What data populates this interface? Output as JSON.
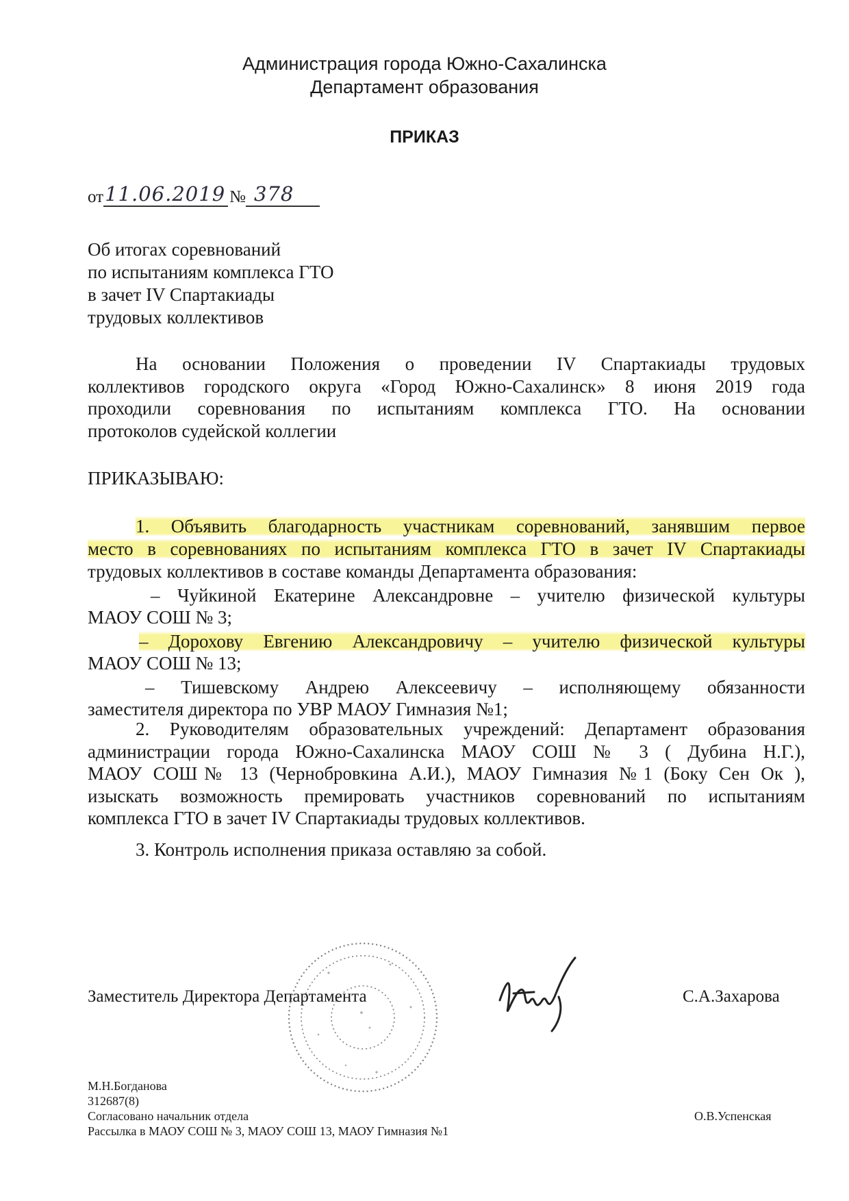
{
  "header": {
    "line1": "Администрация города Южно-Сахалинска",
    "line2": "Департамент образования"
  },
  "title": "ПРИКАЗ",
  "order": {
    "date_prefix": "от",
    "date": "11.06.2019",
    "number_prefix": "№",
    "number": "378"
  },
  "subject": [
    "Об итогах соревнований",
    "по испытаниям комплекса ГТО",
    "в зачет IV Спартакиады",
    "трудовых коллективов"
  ],
  "preamble": {
    "l1": "На основании Положения о проведении IV Спартакиады трудовых",
    "l2": "коллективов городского округа «Город Южно-Сахалинск» 8 июня 2019 года",
    "l3": "проходили соревнования по испытаниям комплекса ГТО. На основании",
    "l4": "протоколов судейской коллегии"
  },
  "directive": "ПРИКАЗЫВАЮ:",
  "item1": {
    "l1": "1. Объявить благодарность участникам соревнований, занявшим первое",
    "l2": "место в соревнованиях по испытаниям комплекса ГТО в зачет IV Спартакиады",
    "l3": "трудовых коллективов в  составе команды Департамента образования:"
  },
  "awardees": {
    "a1_l1": "– Чуйкиной Екатерине Александровне –  учителю физической культуры",
    "a1_l2": "МАОУ СОШ № 3;",
    "a2_l1": "– Дорохову Евгению Александровичу –  учителю физической культуры",
    "a2_l2": "МАОУ СОШ № 13;",
    "a3_l1": "– Тишевскому Андрею Алексеевичу –  исполняющему обязанности",
    "a3_l2": "заместителя директора по УВР МАОУ Гимназия  №1;"
  },
  "item2": {
    "l1": "2. Руководителям образовательных учреждений: Департамент образования",
    "l2": "администрации города Южно-Сахалинска МАОУ СОШ № 3 ( Дубина Н.Г.),",
    "l3": "МАОУ СОШ№ 13 (Чернобровкина А.И.), МАОУ Гимназия  №1 (Боку Сен Ок ),",
    "l4": "изыскать возможность премировать участников соревнований по испытаниям",
    "l5": "комплекса ГТО в зачет IV Спартакиады трудовых коллективов."
  },
  "item3": "3. Контроль исполнения приказа оставляю за собой.",
  "signature": {
    "position": "Заместитель Директора Департамента",
    "name": "С.А.Захарова",
    "handwritten": "Захаров"
  },
  "footer": {
    "executor": "М.Н.Богданова",
    "phone": "312687(8)",
    "agreed": "Согласовано начальник отдела",
    "agreed_name": "О.В.Успенская",
    "distribution": "Рассылка в МАОУ СОШ № 3, МАОУ СОШ 13, МАОУ Гимназия №1"
  },
  "colors": {
    "highlight": "#f6f078",
    "text": "#1a1a1a",
    "handwriting": "#2a2a3a"
  }
}
